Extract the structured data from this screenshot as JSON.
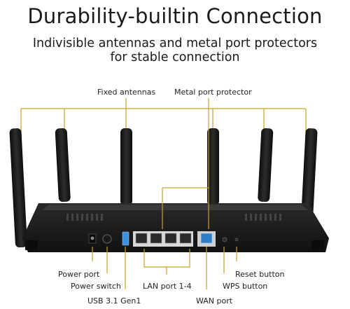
{
  "title": "Durability-builtin Connection",
  "subtitle_line1": "Indivisible antennas and metal port protectors",
  "subtitle_line2": "for stable connection",
  "colors": {
    "callout": "#c9a227",
    "body": "#1c1c1c",
    "port_white": "#e8e8e8",
    "wan_blue": "#2f7fc8",
    "usb_blue": "#3d8fe0"
  },
  "labels": {
    "fixed_antennas": "Fixed antennas",
    "metal_port_protector": "Metal port protector",
    "power_port": "Power port",
    "power_switch": "Power switch",
    "usb": "USB 3.1 Gen1",
    "lan": "LAN port 1-4",
    "wan": "WAN port",
    "reset": "Reset button",
    "wps": "WPS button"
  }
}
